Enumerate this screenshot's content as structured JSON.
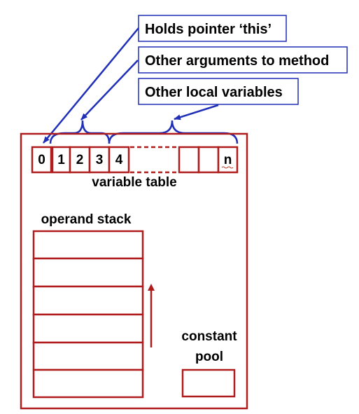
{
  "colors": {
    "frame": "#b01c1c",
    "callout": "#1f2fb8",
    "text": "#000000"
  },
  "callouts": {
    "this_pointer": "Holds pointer ‘this’",
    "method_args": "Other arguments to method",
    "local_vars": "Other local variables"
  },
  "variable_table": {
    "label": "variable table",
    "cells": [
      "0",
      "1",
      "2",
      "3",
      "4",
      "n"
    ]
  },
  "operand_stack": {
    "label": "operand stack",
    "rows": 6
  },
  "constant_pool": {
    "label_line1": "constant",
    "label_line2": "pool"
  }
}
